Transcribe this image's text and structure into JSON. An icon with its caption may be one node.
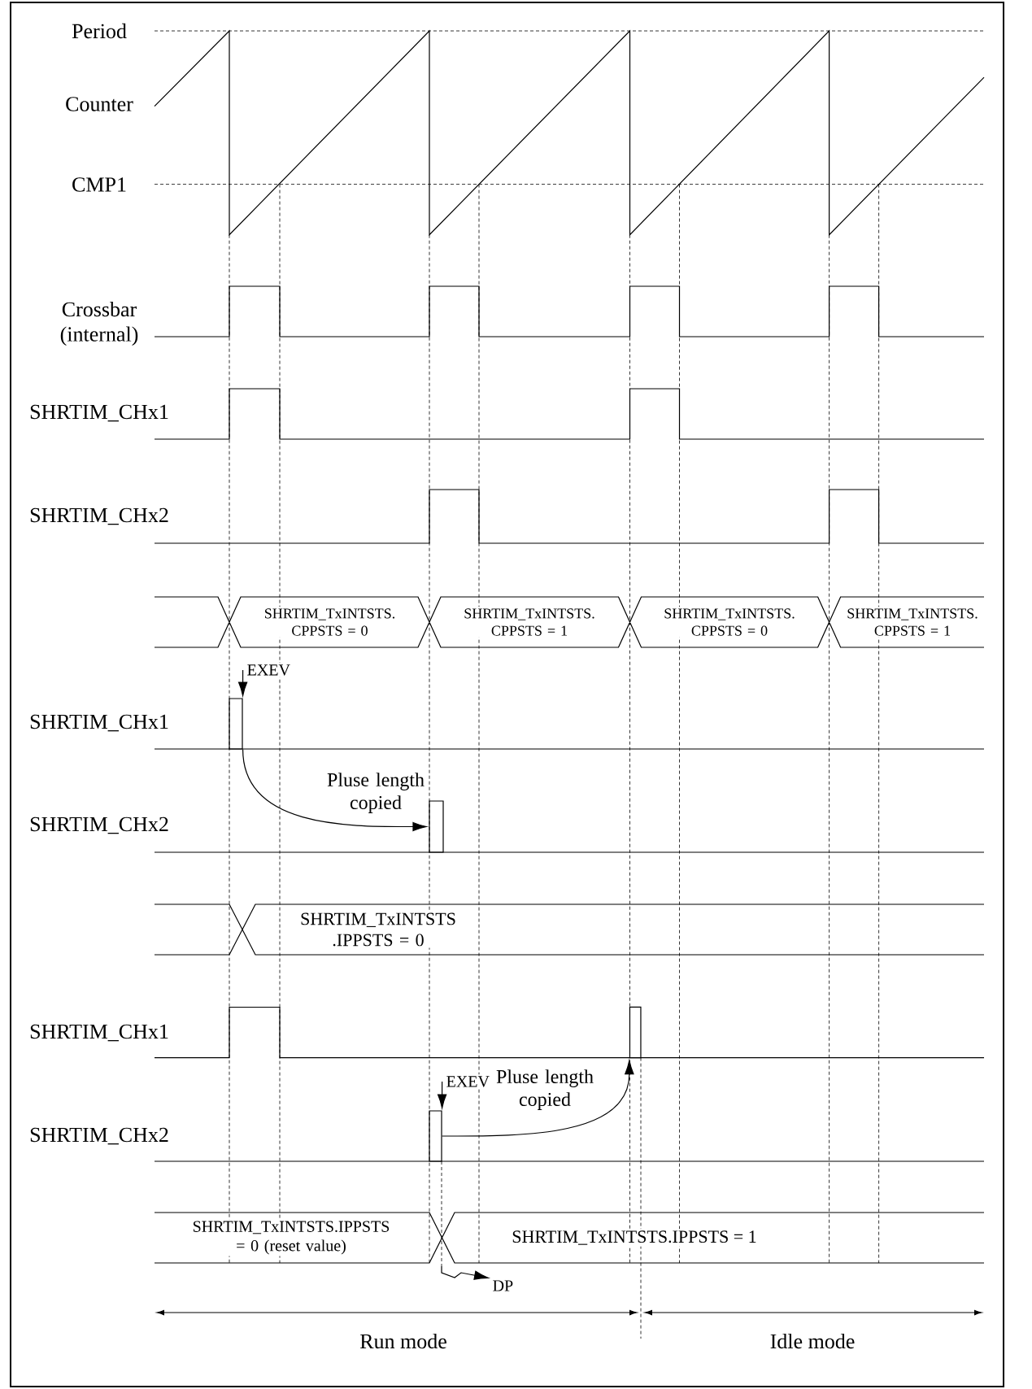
{
  "diagram": {
    "nodes": [
      {
        "text": [
          "EXEV"
        ]
      },
      {
        "text": [],
        "shape": "bar"
      },
      {
        "text": [],
        "shape": "bar"
      },
      {
        "text": [],
        "shape": "bar"
      },
      {
        "text": [
          "EXEV"
        ]
      },
      {
        "text": [],
        "shape": "bar"
      },
      {
        "text": [
          "DP"
        ]
      }
    ],
    "edges": [
      {
        "from": 0,
        "to": 1,
        "arrow": "to"
      },
      {
        "from": 1,
        "to": 2,
        "arrow": "to",
        "label": "Pluse length copied"
      },
      {
        "from": 4,
        "to": 5,
        "arrow": "to"
      },
      {
        "from": 5,
        "to": 3,
        "arrow": "to",
        "label": "Pluse length copied"
      },
      {
        "from": null,
        "to": 6,
        "arrow": "to"
      }
    ],
    "labels": [
      "Period",
      "Counter",
      "CMP1",
      "Crossbar (internal)",
      "SHRTIM_CHx1",
      "SHRTIM_CHx2",
      "SHRTIM_TxINTSTS. CPPSTS = 0",
      "SHRTIM_TxINTSTS. CPPSTS = 1",
      "SHRTIM_TxINTSTS. CPPSTS = 0",
      "SHRTIM_TxINTSTS. CPPSTS = 1",
      "SHRTIM_CHx1",
      "SHRTIM_CHx2",
      "SHRTIM_TxINTSTS .IPPSTS = 0",
      "SHRTIM_CHx1",
      "SHRTIM_CHx2",
      "SHRTIM_TxINTSTS.IPPSTS = 0 (reset value)",
      "SHRTIM_TxINTSTS.IPPSTS = 1",
      "Run mode",
      "Idle mode"
    ]
  }
}
